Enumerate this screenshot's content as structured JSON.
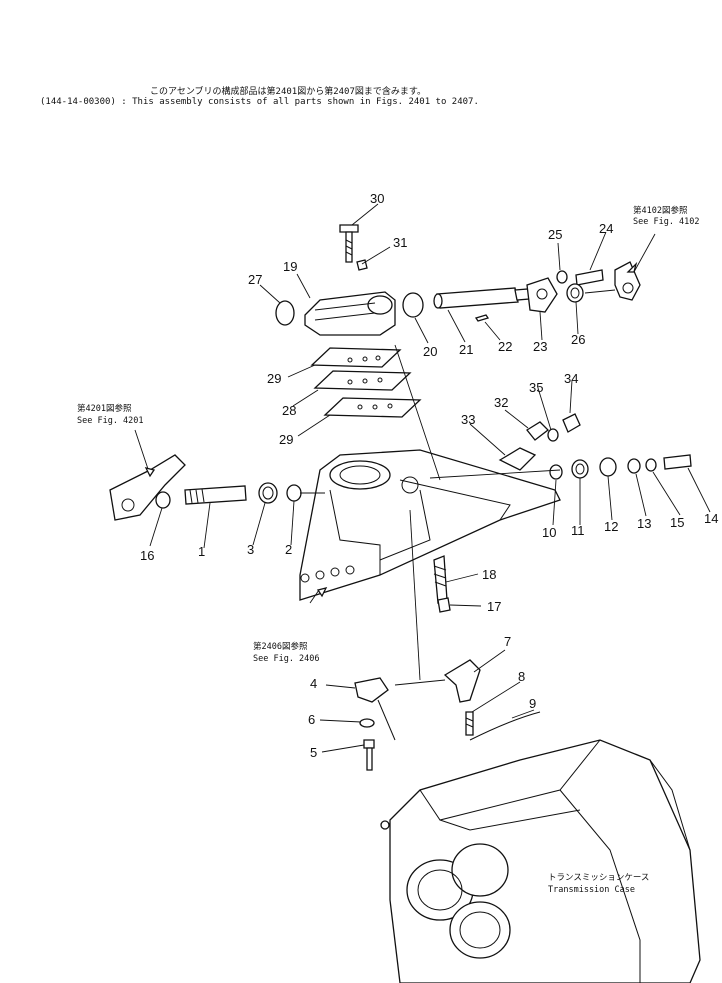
{
  "notes": {
    "japanese": "このアセンブリの構成部品は第2401図から第2407図まで含みます。",
    "english": "(144-14-00300) : This assembly consists of all parts shown in Figs. 2401 to 2407."
  },
  "references": [
    {
      "id": "ref-4102",
      "jp": "第4102図参照",
      "en": "See Fig. 4102"
    },
    {
      "id": "ref-4201",
      "jp": "第4201図参照",
      "en": "See Fig. 4201"
    },
    {
      "id": "ref-2406",
      "jp": "第2406図参照",
      "en": "See Fig. 2406"
    }
  ],
  "transmission_case": {
    "jp": "トランスミッションケース",
    "en": "Transmission Case"
  },
  "part_numbers": [
    "1",
    "2",
    "3",
    "4",
    "5",
    "6",
    "7",
    "8",
    "9",
    "10",
    "11",
    "12",
    "13",
    "14",
    "15",
    "16",
    "17",
    "18",
    "19",
    "20",
    "21",
    "22",
    "23",
    "24",
    "25",
    "26",
    "27",
    "28",
    "29",
    "29",
    "30",
    "31",
    "32",
    "33",
    "34",
    "35"
  ]
}
